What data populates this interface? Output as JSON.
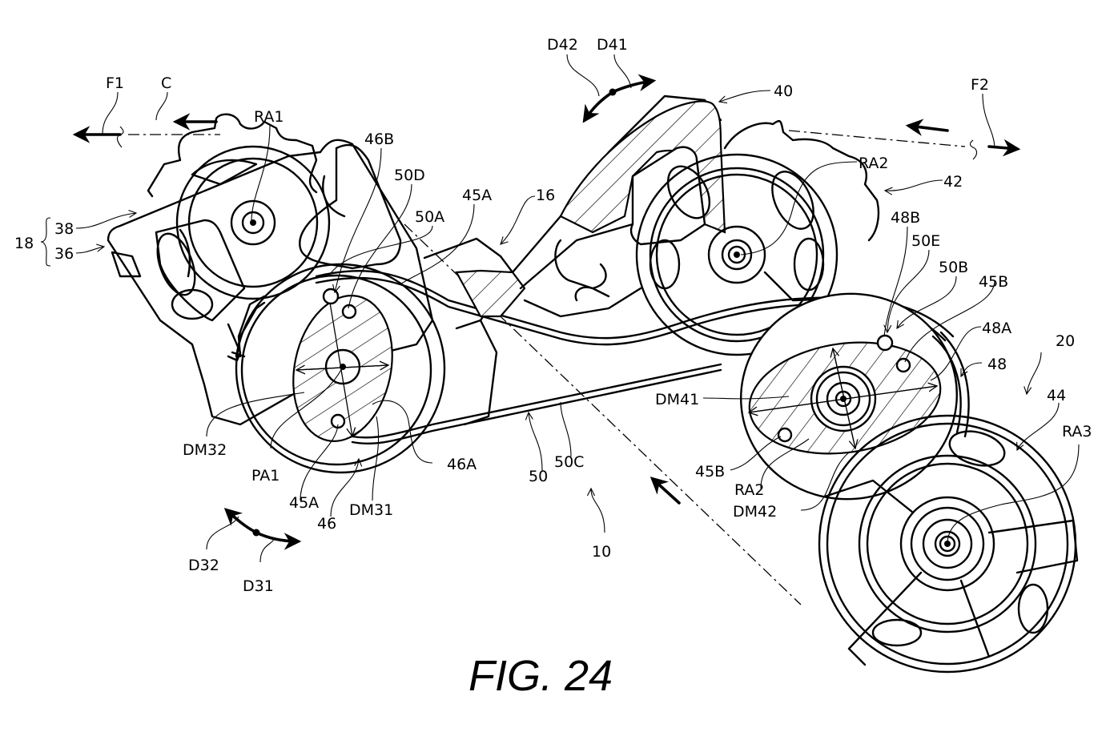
{
  "figure": {
    "caption": "FIG. 24",
    "type": "patent-drawing",
    "subject": "bicycle rear derailleur with pulley cage and chain guide"
  },
  "labels": {
    "F1": "F1",
    "C": "C",
    "RA1": "RA1",
    "D42": "D42",
    "D41": "D41",
    "n40": "40",
    "F2": "F2",
    "RA2_top": "RA2",
    "n42": "42",
    "n18": "18",
    "n38": "38",
    "n36": "36",
    "n46B": "46B",
    "n50D": "50D",
    "n50A": "50A",
    "n45A_top": "45A",
    "n16": "16",
    "n48B": "48B",
    "n50E": "50E",
    "n50B": "50B",
    "n45B_top": "45B",
    "n48A": "48A",
    "n48": "48",
    "n20": "20",
    "n44": "44",
    "RA3": "RA3",
    "DM41": "DM41",
    "DM32": "DM32",
    "PA1": "PA1",
    "n45A_bot": "45A",
    "n46": "46",
    "DM31": "DM31",
    "n46A": "46A",
    "n50": "50",
    "n50C": "50C",
    "n10": "10",
    "n45B_bot": "45B",
    "RA2_bot": "RA2",
    "DM42": "DM42",
    "D32": "D32",
    "D31": "D31"
  }
}
